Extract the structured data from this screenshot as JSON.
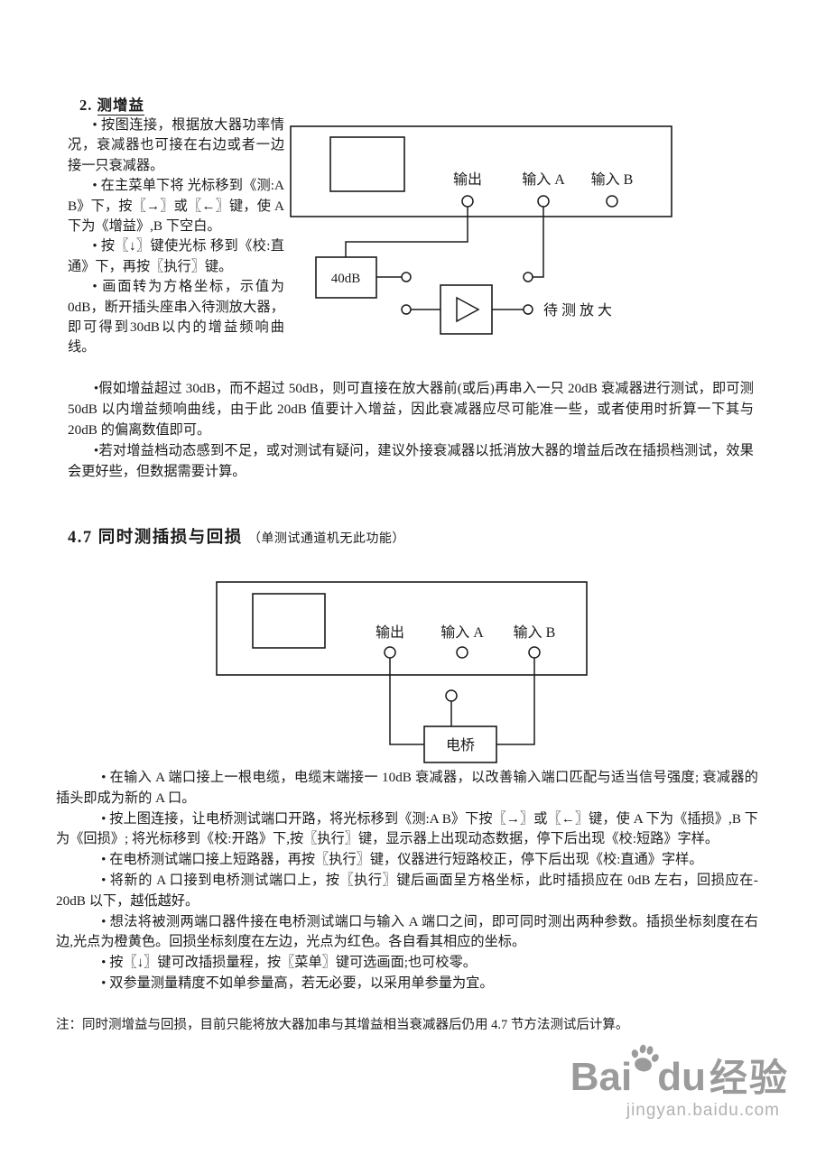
{
  "section_gain": {
    "number": "2.",
    "title": "测增益",
    "col_paragraphs": [
      "• 按图连接，根据放大器功率情况，衰减器也可接在右边或者一边接一只衰减器。",
      "• 在主菜单下将 光标移到《测:A B》下，按〖→〗或〖←〗键，使 A 下为《增益》,B 下空白。",
      "• 按〖↓〗键使光标 移到《校:直通》下，再按〖执行〗键。",
      "• 画面转为方格坐标，示值为 0dB，断开插头座串入待测放大器，即可得到30dB以内的增益频响曲线。"
    ],
    "wide_paragraphs": [
      "•假如增益超过 30dB，而不超过 50dB，则可直接在放大器前(或后)再串入一只 20dB 衰减器进行测试，即可测 50dB 以内增益频响曲线，由于此 20dB 值要计入增益，因此衰减器应尽可能准一些，或者使用时折算一下其与 20dB 的偏离数值即可。",
      "•若对增益档动态感到不足，或对测试有疑问，建议外接衰减器以抵消放大器的增益后改在插损档测试，效果会更好些，但数据需要计算。"
    ]
  },
  "diagram_gain": {
    "port_output": "输出",
    "port_input_a": "输入 A",
    "port_input_b": "输入 B",
    "attenuator": "40dB",
    "dut_label": "待 测 放 大"
  },
  "section_dual": {
    "number": "4.7",
    "title": "同时测插损与回损",
    "subtitle": "（单测试通道机无此功能）",
    "paragraphs": [
      "• 在输入 A 端口接上一根电缆，电缆末端接一 10dB 衰减器，以改善输入端口匹配与适当信号强度; 衰减器的插头即成为新的 A 口。",
      "• 按上图连接，让电桥测试端口开路，将光标移到《测:A B》下按〖→〗或〖←〗键，使 A 下为《插损》,B 下为《回损》; 将光标移到《校:开路》下,按〖执行〗键，显示器上出现动态数据，停下后出现《校:短路》字样。",
      "• 在电桥测试端口接上短路器，再按〖执行〗键，仪器进行短路校正，停下后出现《校:直通》字样。",
      "• 将新的 A 口接到电桥测试端口上，按〖执行〗键后画面呈方格坐标，此时插损应在 0dB 左右，回损应在- 20dB 以下，越低越好。",
      "• 想法将被测两端口器件接在电桥测试端口与输入 A 端口之间，即可同时测出两种参数。插损坐标刻度在右边,光点为橙黄色。回损坐标刻度在左边，光点为红色。各自看其相应的坐标。",
      "• 按〖↓〗键可改插损量程，按〖菜单〗键可选画面;也可校零。",
      "• 双参量测量精度不如单参量高，若无必要，以采用单参量为宜。"
    ],
    "note": "注：同时测增益与回损，目前只能将放大器加串与其增益相当衰减器后仍用 4.7 节方法测试后计算。"
  },
  "diagram_bridge": {
    "port_output": "输出",
    "port_input_a": "输入 A",
    "port_input_b": "输入 B",
    "bridge": "电桥"
  },
  "watermark": {
    "brand_left": "Bai",
    "brand_right": "du",
    "brand_cn": "经验",
    "url": "jingyan.baidu.com",
    "color": "#9b9b9b"
  }
}
